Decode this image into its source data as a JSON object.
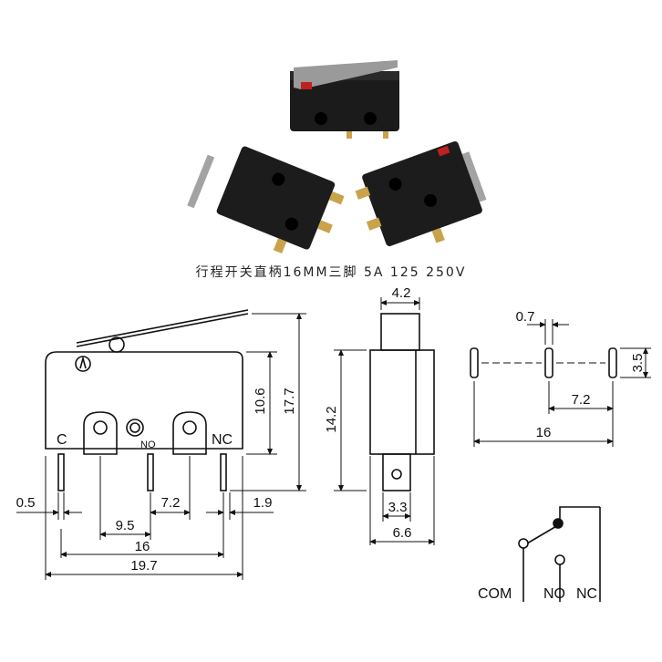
{
  "caption": "行程开关直柄16MM三脚 5A 125 250V",
  "front_view": {
    "pin_labels": {
      "c": "C",
      "no": "NO",
      "nc": "NC"
    },
    "dims": {
      "h_10_6": "10.6",
      "h_17_7": "17.7",
      "w_0_5": "0.5",
      "w_7_2": "7.2",
      "w_1_9": "1.9",
      "w_9_5": "9.5",
      "w_16": "16",
      "w_19_7": "19.7"
    }
  },
  "side_view": {
    "dims": {
      "top": "4.2",
      "height": "14.2",
      "tab": "3.3",
      "base": "6.6"
    }
  },
  "pin_view": {
    "dims": {
      "thick": "0.7",
      "h": "3.5",
      "pitch": "7.2",
      "span": "16"
    }
  },
  "schematic": {
    "labels": {
      "com": "COM",
      "no": "NO",
      "nc": "NC"
    }
  }
}
